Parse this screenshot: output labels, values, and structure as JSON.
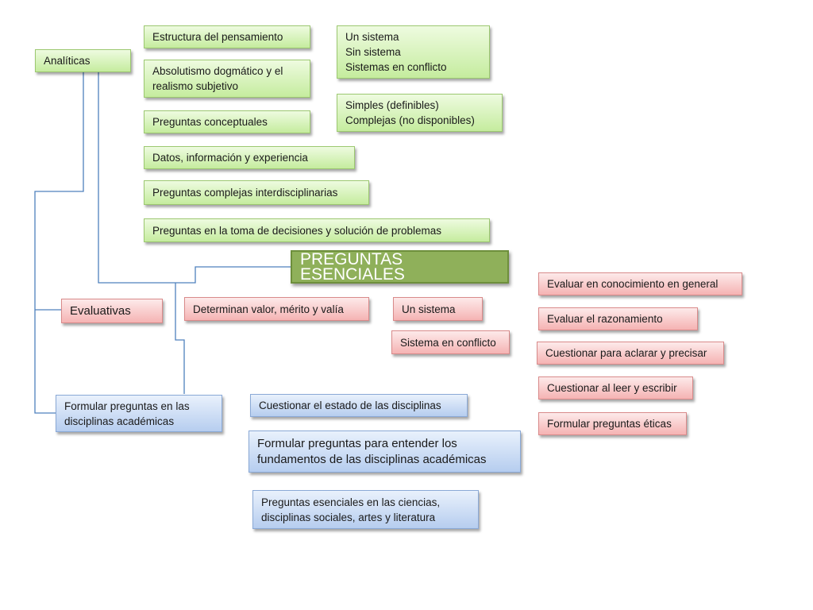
{
  "title": "PREGUNTAS ESENCIALES",
  "branches": {
    "analiticas": "Analíticas",
    "evaluativas": "Evaluativas",
    "disciplinas": "Formular preguntas en las\ndisciplinas académicas"
  },
  "analiticas_items": {
    "estructura": "Estructura del pensamiento",
    "absolutismo": "Absolutismo dogmático y el\nrealismo subjetivo",
    "conceptuales": "Preguntas conceptuales",
    "datos": "Datos, información y experiencia",
    "complejas": "Preguntas complejas interdisciplinarias",
    "toma_decisiones": "Preguntas en la toma de decisiones y solución de problemas",
    "sistemas": "Un sistema\nSin sistema\nSistemas en conflicto",
    "simples": "Simples (definibles)\nComplejas (no disponibles)"
  },
  "evaluativas_items": {
    "determinan": "Determinan valor, mérito y valía",
    "un_sistema": "Un sistema",
    "sistema_conflicto": "Sistema en conflicto",
    "conocimiento": "Evaluar en conocimiento en general",
    "razonamiento": "Evaluar  el razonamiento",
    "aclarar": "Cuestionar para aclarar y precisar",
    "leer_escribir": "Cuestionar al leer y escribir",
    "eticas": "Formular preguntas éticas"
  },
  "disciplinas_items": {
    "estado": "Cuestionar el estado de las disciplinas",
    "fundamentos": "Formular preguntas para  entender los\nfundamentos de las disciplinas académicas",
    "ciencias": "Preguntas esenciales en las ciencias,\ndisciplinas sociales, artes y literatura"
  },
  "colors": {
    "connector": "#4f81bd",
    "green_node": "#c5ec9e",
    "red_node": "#f5b3b3",
    "blue_node": "#b6cdef",
    "center_node": "#8fb05a"
  }
}
